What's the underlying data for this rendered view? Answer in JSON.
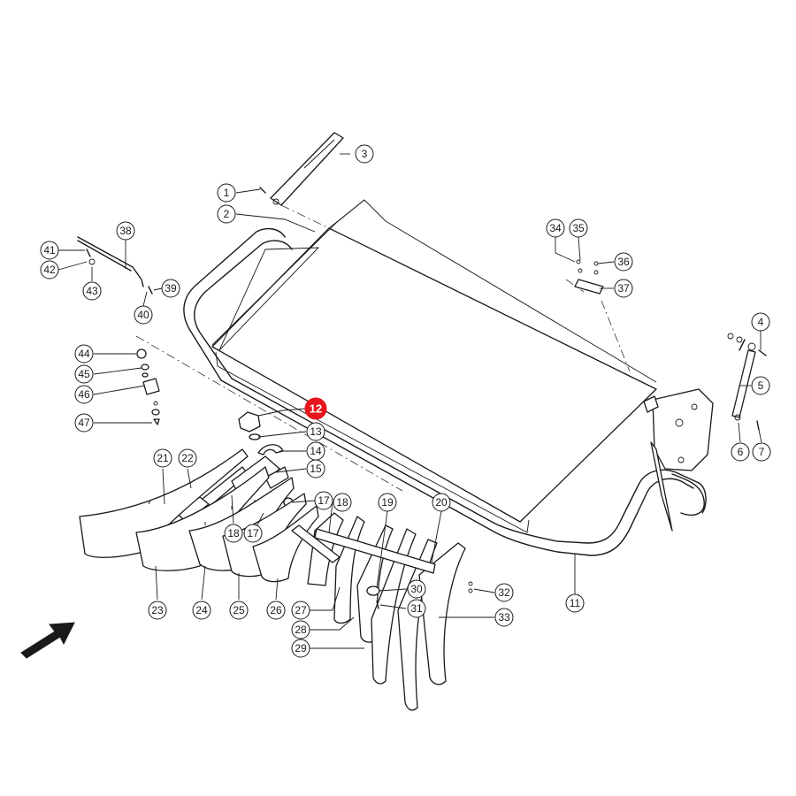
{
  "diagram": {
    "highlight_color": "#e8141d",
    "highlighted_part": "12",
    "direction_arrow": "arrow-icon",
    "callouts": [
      {
        "id": "c1",
        "label": "1"
      },
      {
        "id": "c2",
        "label": "2"
      },
      {
        "id": "c3",
        "label": "3"
      },
      {
        "id": "c4",
        "label": "4"
      },
      {
        "id": "c5",
        "label": "5"
      },
      {
        "id": "c6",
        "label": "6"
      },
      {
        "id": "c7",
        "label": "7"
      },
      {
        "id": "c11",
        "label": "11"
      },
      {
        "id": "c12",
        "label": "12"
      },
      {
        "id": "c13",
        "label": "13"
      },
      {
        "id": "c14",
        "label": "14"
      },
      {
        "id": "c15",
        "label": "15"
      },
      {
        "id": "c17a",
        "label": "17"
      },
      {
        "id": "c17b",
        "label": "17"
      },
      {
        "id": "c18a",
        "label": "18"
      },
      {
        "id": "c18b",
        "label": "18"
      },
      {
        "id": "c19",
        "label": "19"
      },
      {
        "id": "c20",
        "label": "20"
      },
      {
        "id": "c21",
        "label": "21"
      },
      {
        "id": "c22",
        "label": "22"
      },
      {
        "id": "c23",
        "label": "23"
      },
      {
        "id": "c24",
        "label": "24"
      },
      {
        "id": "c25",
        "label": "25"
      },
      {
        "id": "c26",
        "label": "26"
      },
      {
        "id": "c27",
        "label": "27"
      },
      {
        "id": "c28",
        "label": "28"
      },
      {
        "id": "c29",
        "label": "29"
      },
      {
        "id": "c30",
        "label": "30"
      },
      {
        "id": "c31",
        "label": "31"
      },
      {
        "id": "c32",
        "label": "32"
      },
      {
        "id": "c33",
        "label": "33"
      },
      {
        "id": "c34",
        "label": "34"
      },
      {
        "id": "c35",
        "label": "35"
      },
      {
        "id": "c36",
        "label": "36"
      },
      {
        "id": "c37",
        "label": "37"
      },
      {
        "id": "c38",
        "label": "38"
      },
      {
        "id": "c39",
        "label": "39"
      },
      {
        "id": "c40",
        "label": "40"
      },
      {
        "id": "c41",
        "label": "41"
      },
      {
        "id": "c42",
        "label": "42"
      },
      {
        "id": "c43",
        "label": "43"
      },
      {
        "id": "c44",
        "label": "44"
      },
      {
        "id": "c45",
        "label": "45"
      },
      {
        "id": "c46",
        "label": "46"
      },
      {
        "id": "c47",
        "label": "47"
      }
    ]
  }
}
